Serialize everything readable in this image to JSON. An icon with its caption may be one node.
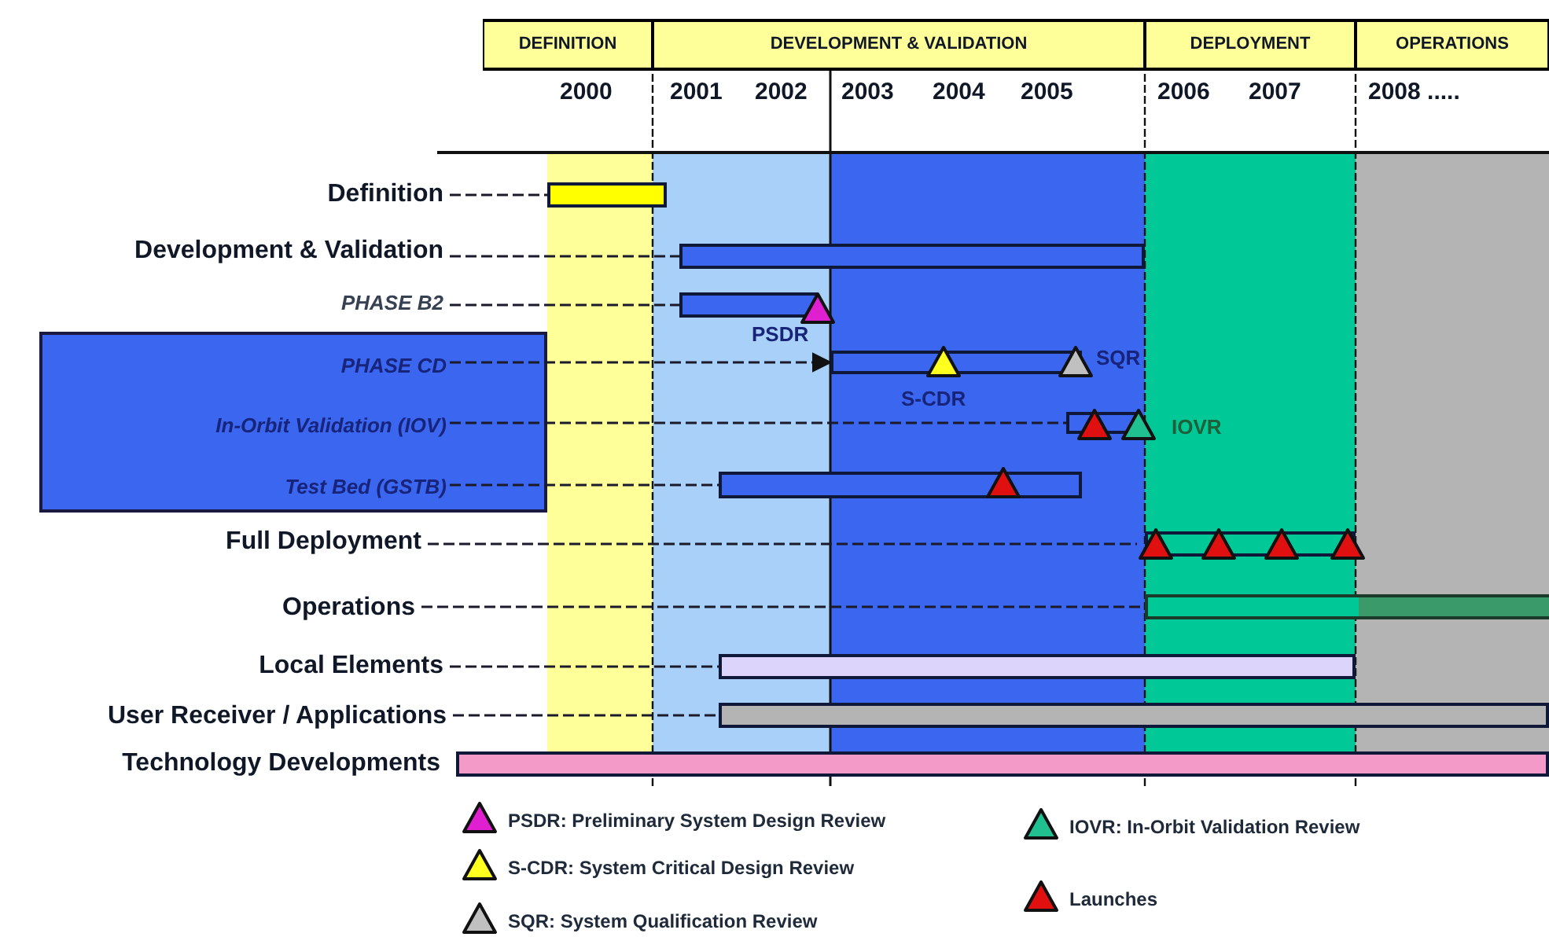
{
  "diagram": {
    "nodes": [
      {
        "text": [
          "DEFINITION"
        ]
      },
      {
        "text": [
          "DEVELOPMENT & VALIDATION"
        ]
      },
      {
        "text": [
          "DEPLOYMENT"
        ]
      },
      {
        "text": [
          "OPERATIONS"
        ]
      },
      {
        "text": [
          "Definition"
        ]
      },
      {
        "text": [
          "Development & Validation"
        ]
      },
      {
        "text": [
          "PHASE B2"
        ]
      },
      {
        "text": [],
        "shape": "box"
      },
      {
        "text": [
          "PHASE CD"
        ],
        "in": 7
      },
      {
        "text": [
          "In-Orbit Validation (IOV)"
        ],
        "in": 7
      },
      {
        "text": [
          "Test Bed (GSTB)"
        ],
        "in": 7
      },
      {
        "text": [
          "Full Deployment"
        ]
      },
      {
        "text": [
          "Operations"
        ]
      },
      {
        "text": [
          "Local Elements"
        ]
      },
      {
        "text": [
          "User Receiver / Applications"
        ]
      },
      {
        "text": [
          "Technology Developments"
        ]
      },
      {
        "text": [],
        "shape": "bar"
      },
      {
        "text": [],
        "shape": "bar"
      },
      {
        "text": [],
        "shape": "bar"
      },
      {
        "text": [],
        "shape": "bar"
      },
      {
        "text": [],
        "shape": "bar"
      },
      {
        "text": [],
        "shape": "bar"
      },
      {
        "text": [],
        "shape": "bar"
      },
      {
        "text": [],
        "shape": "bar"
      },
      {
        "text": [],
        "shape": "bar"
      },
      {
        "text": [],
        "shape": "bar"
      },
      {
        "text": [],
        "shape": "bar"
      }
    ],
    "edges": [
      {
        "from": 4,
        "to": 16,
        "arrow": "none",
        "style": "dashed"
      },
      {
        "from": 5,
        "to": 17,
        "arrow": "none",
        "style": "dashed"
      },
      {
        "from": 6,
        "to": 18,
        "arrow": "none",
        "style": "dashed"
      },
      {
        "from": 8,
        "to": 19,
        "arrow": "to",
        "style": "dashed"
      },
      {
        "from": 9,
        "to": 20,
        "arrow": "none",
        "style": "dashed"
      },
      {
        "from": 10,
        "to": 21,
        "arrow": "none",
        "style": "dashed"
      },
      {
        "from": 11,
        "to": 22,
        "arrow": "none",
        "style": "dashed"
      },
      {
        "from": 12,
        "to": 23,
        "arrow": "none",
        "style": "dashed"
      },
      {
        "from": 13,
        "to": 24,
        "arrow": "none",
        "style": "dashed"
      },
      {
        "from": 14,
        "to": 25,
        "arrow": "none",
        "style": "dashed"
      }
    ],
    "labels": [
      "2000",
      "2001",
      "2002",
      "2003",
      "2004",
      "2005",
      "2006",
      "2007",
      "2008 .....",
      "PSDR",
      "S-CDR",
      "SQR",
      "IOVR"
    ],
    "legend": [
      {
        "text": "PSDR: Preliminary System Design Review",
        "color": "#e020d0"
      },
      {
        "text": "S-CDR: System Critical Design Review",
        "color": "#ffff20"
      },
      {
        "text": "SQR: System Qualification Review",
        "color": "#c0c0c0"
      },
      {
        "text": "IOVR: In-Orbit Validation Review",
        "color": "#20c090"
      },
      {
        "text": "Launches",
        "color": "#e01010"
      }
    ]
  }
}
